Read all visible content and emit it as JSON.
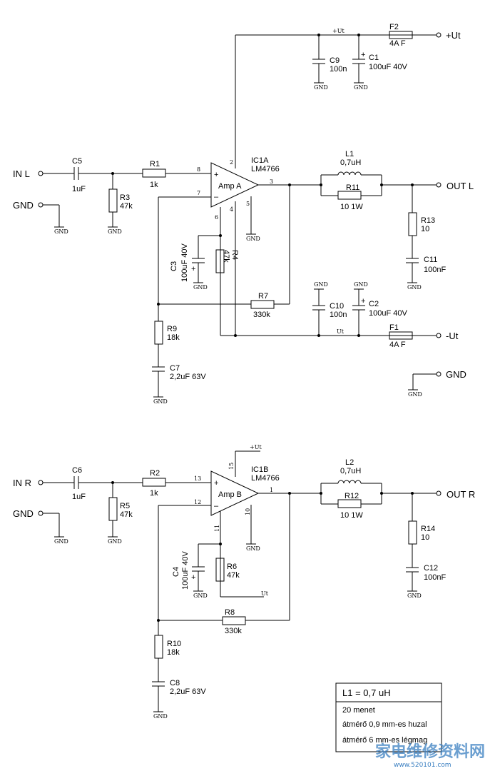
{
  "channel_a": {
    "in_label": "IN L",
    "gnd_in": "GND",
    "c_in": {
      "ref": "C5",
      "val": "1uF"
    },
    "r_in": {
      "ref": "R1",
      "val": "1k"
    },
    "r_bias": {
      "ref": "R3",
      "val": "47k"
    },
    "ic": {
      "ref": "IC1A",
      "part": "LM4766",
      "amp": "Amp A",
      "plus": "+",
      "minus": "–"
    },
    "pins": {
      "in_plus": "8",
      "in_minus": "7",
      "vcc": "2",
      "out": "3",
      "p6": "6",
      "p4": "4",
      "p5": "5"
    },
    "c_mute": {
      "ref": "C3",
      "val": "100uF 40V"
    },
    "r_mute": {
      "ref": "R4",
      "val": "47k"
    },
    "r_fb": {
      "ref": "R7",
      "val": "330k"
    },
    "r_g": {
      "ref": "R9",
      "val": "18k"
    },
    "c_g": {
      "ref": "C7",
      "val": "2,2uF 63V"
    },
    "l_out": {
      "ref": "L1",
      "val": "0,7uH"
    },
    "r_l": {
      "ref": "R11",
      "val": "10  1W"
    },
    "r_z": {
      "ref": "R13",
      "val": "10"
    },
    "c_z": {
      "ref": "C11",
      "val": "100nF"
    },
    "out_label": "OUT L",
    "c_pos_small": {
      "ref": "C9",
      "val": "100n"
    },
    "c_pos_big": {
      "ref": "C1",
      "val": "100uF 40V"
    },
    "fuse_pos": {
      "ref": "F2",
      "val": "4A F"
    },
    "pos_label": "+Ut",
    "pos_net": "+Ut",
    "c_neg_small": {
      "ref": "C10",
      "val": "100n"
    },
    "c_neg_big": {
      "ref": "C2",
      "val": "100uF 40V"
    },
    "fuse_neg": {
      "ref": "F1",
      "val": "4A F"
    },
    "neg_label": "-Ut",
    "neg_net": "Ut",
    "gnd_terminal": "GND"
  },
  "channel_b": {
    "in_label": "IN R",
    "gnd_in": "GND",
    "c_in": {
      "ref": "C6",
      "val": "1uF"
    },
    "r_in": {
      "ref": "R2",
      "val": "1k"
    },
    "r_bias": {
      "ref": "R5",
      "val": "47k"
    },
    "ic": {
      "ref": "IC1B",
      "part": "LM4766",
      "amp": "Amp B",
      "plus": "+",
      "minus": "–"
    },
    "pins": {
      "in_plus": "13",
      "in_minus": "12",
      "vcc": "15",
      "out": "1",
      "p11": "11",
      "p10": "10"
    },
    "c_mute": {
      "ref": "C4",
      "val": "100uF 40V"
    },
    "r_mute": {
      "ref": "R6",
      "val": "47k"
    },
    "r_fb": {
      "ref": "R8",
      "val": "330k"
    },
    "r_g": {
      "ref": "R10",
      "val": "18k"
    },
    "c_g": {
      "ref": "C8",
      "val": "2,2uF 63V"
    },
    "l_out": {
      "ref": "L2",
      "val": "0,7uH"
    },
    "r_l": {
      "ref": "R12",
      "val": "10  1W"
    },
    "r_z": {
      "ref": "R14",
      "val": "10"
    },
    "c_z": {
      "ref": "C12",
      "val": "100nF"
    },
    "out_label": "OUT R",
    "pos_net": "+Ut",
    "neg_net": "Ut"
  },
  "gnd_symbol": "GND",
  "note": {
    "title": "L1 = 0,7 uH",
    "lines": [
      "20 menet",
      "átmérő 0,9 mm-es huzal",
      "átmérő 6 mm-es légmag"
    ]
  },
  "watermark": {
    "big": "家电维修资料网",
    "small": "www.520101.com"
  }
}
